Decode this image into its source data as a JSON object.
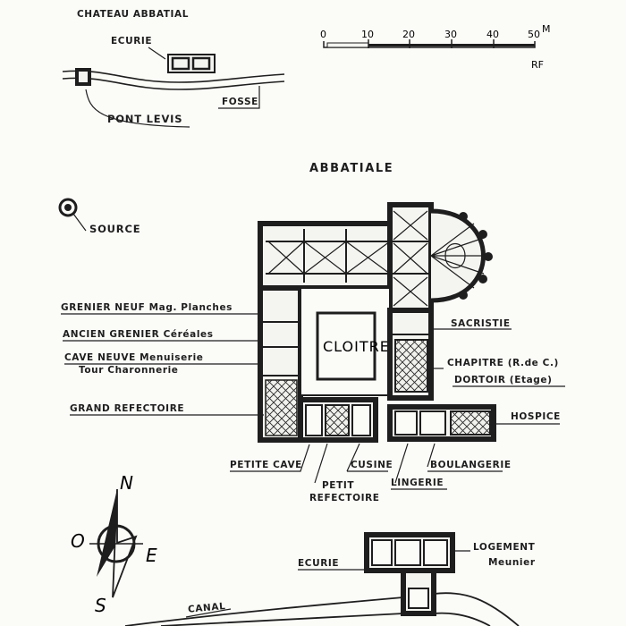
{
  "map": {
    "chateau_title": "CHATEAU ABBATIAL",
    "abbatiale_title": "ABBATIALE",
    "compass": {
      "n": "N",
      "s": "S",
      "e": "E",
      "o": "O"
    },
    "scale": {
      "ticks": [
        "0",
        "10",
        "20",
        "30",
        "40",
        "50"
      ],
      "unit": "M",
      "mark": "RF"
    },
    "chateau": {
      "ecurie": "ECURIE",
      "fosse": "FOSSE",
      "pont_levis": "PONT LEVIS"
    },
    "source": "SOURCE",
    "cloitre": "CLOITRE",
    "left_labels": [
      "GRENIER NEUF Mag. Planches",
      "ANCIEN GRENIER Céréales",
      "CAVE NEUVE Menuiserie",
      "Tour Charonnerie",
      "GRAND REFECTOIRE"
    ],
    "right_labels": {
      "sacristie": "SACRISTIE",
      "chapitre": "CHAPITRE (R.de C.)",
      "dortoir": "DORTOIR (Etage)",
      "hospice": "HOSPICE"
    },
    "bottom_labels": {
      "petite_cave": "PETITE CAVE",
      "petit_refectoire_1": "PETIT",
      "petit_refectoire_2": "REFECTOIRE",
      "cuisine": "CUSINE",
      "lingerie": "LINGERIE",
      "boulangerie": "BOULANGERIE"
    },
    "moulin": {
      "ecurie": "ECURIE",
      "logement": "LOGEMENT",
      "meunier": "Meunier",
      "canal": "CANAL"
    }
  }
}
